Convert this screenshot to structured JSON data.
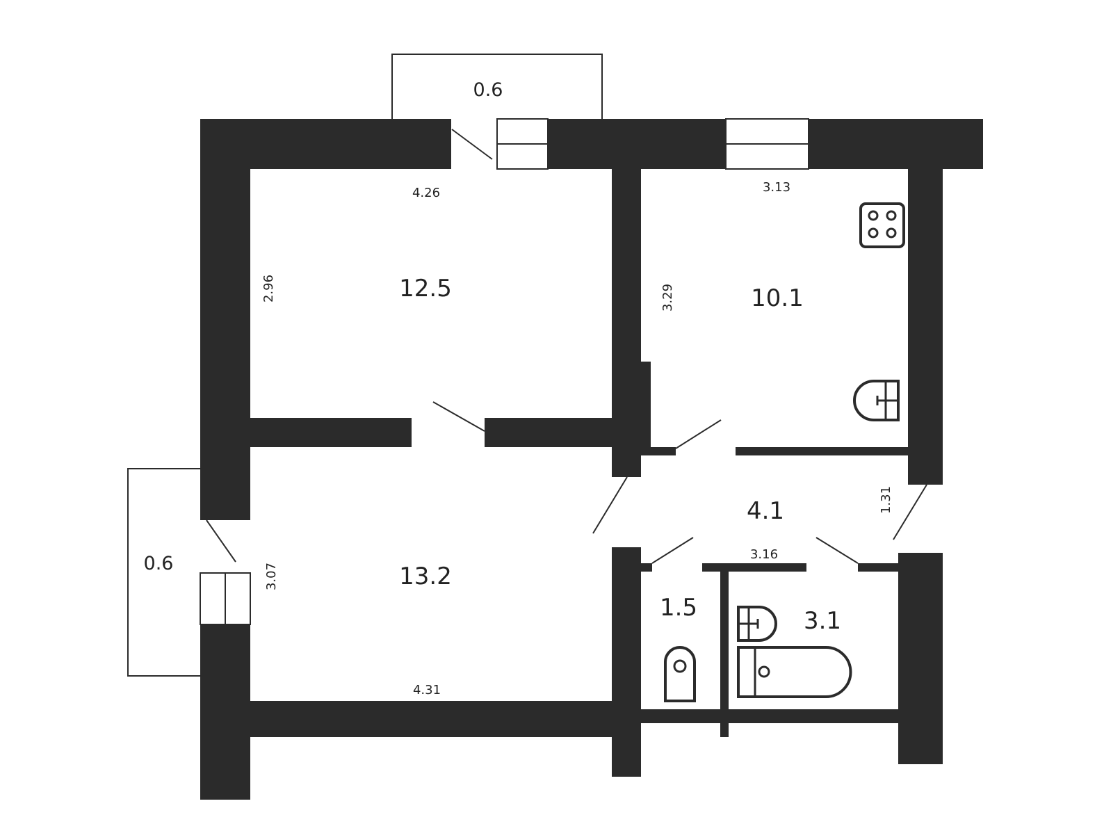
{
  "rooms": {
    "room_top_left": {
      "area": "12.5",
      "width": "4.26",
      "depth": "2.96"
    },
    "kitchen": {
      "area": "10.1",
      "width": "3.13",
      "depth": "3.29"
    },
    "room_bottom_left": {
      "area": "13.2",
      "width": "4.31",
      "depth": "3.07"
    },
    "hall": {
      "area": "4.1",
      "width": "3.16",
      "depth": "1.31"
    },
    "toilet": {
      "area": "1.5"
    },
    "bathroom": {
      "area": "3.1"
    }
  },
  "balconies": {
    "top": {
      "area": "0.6"
    },
    "left": {
      "area": "0.6"
    }
  }
}
